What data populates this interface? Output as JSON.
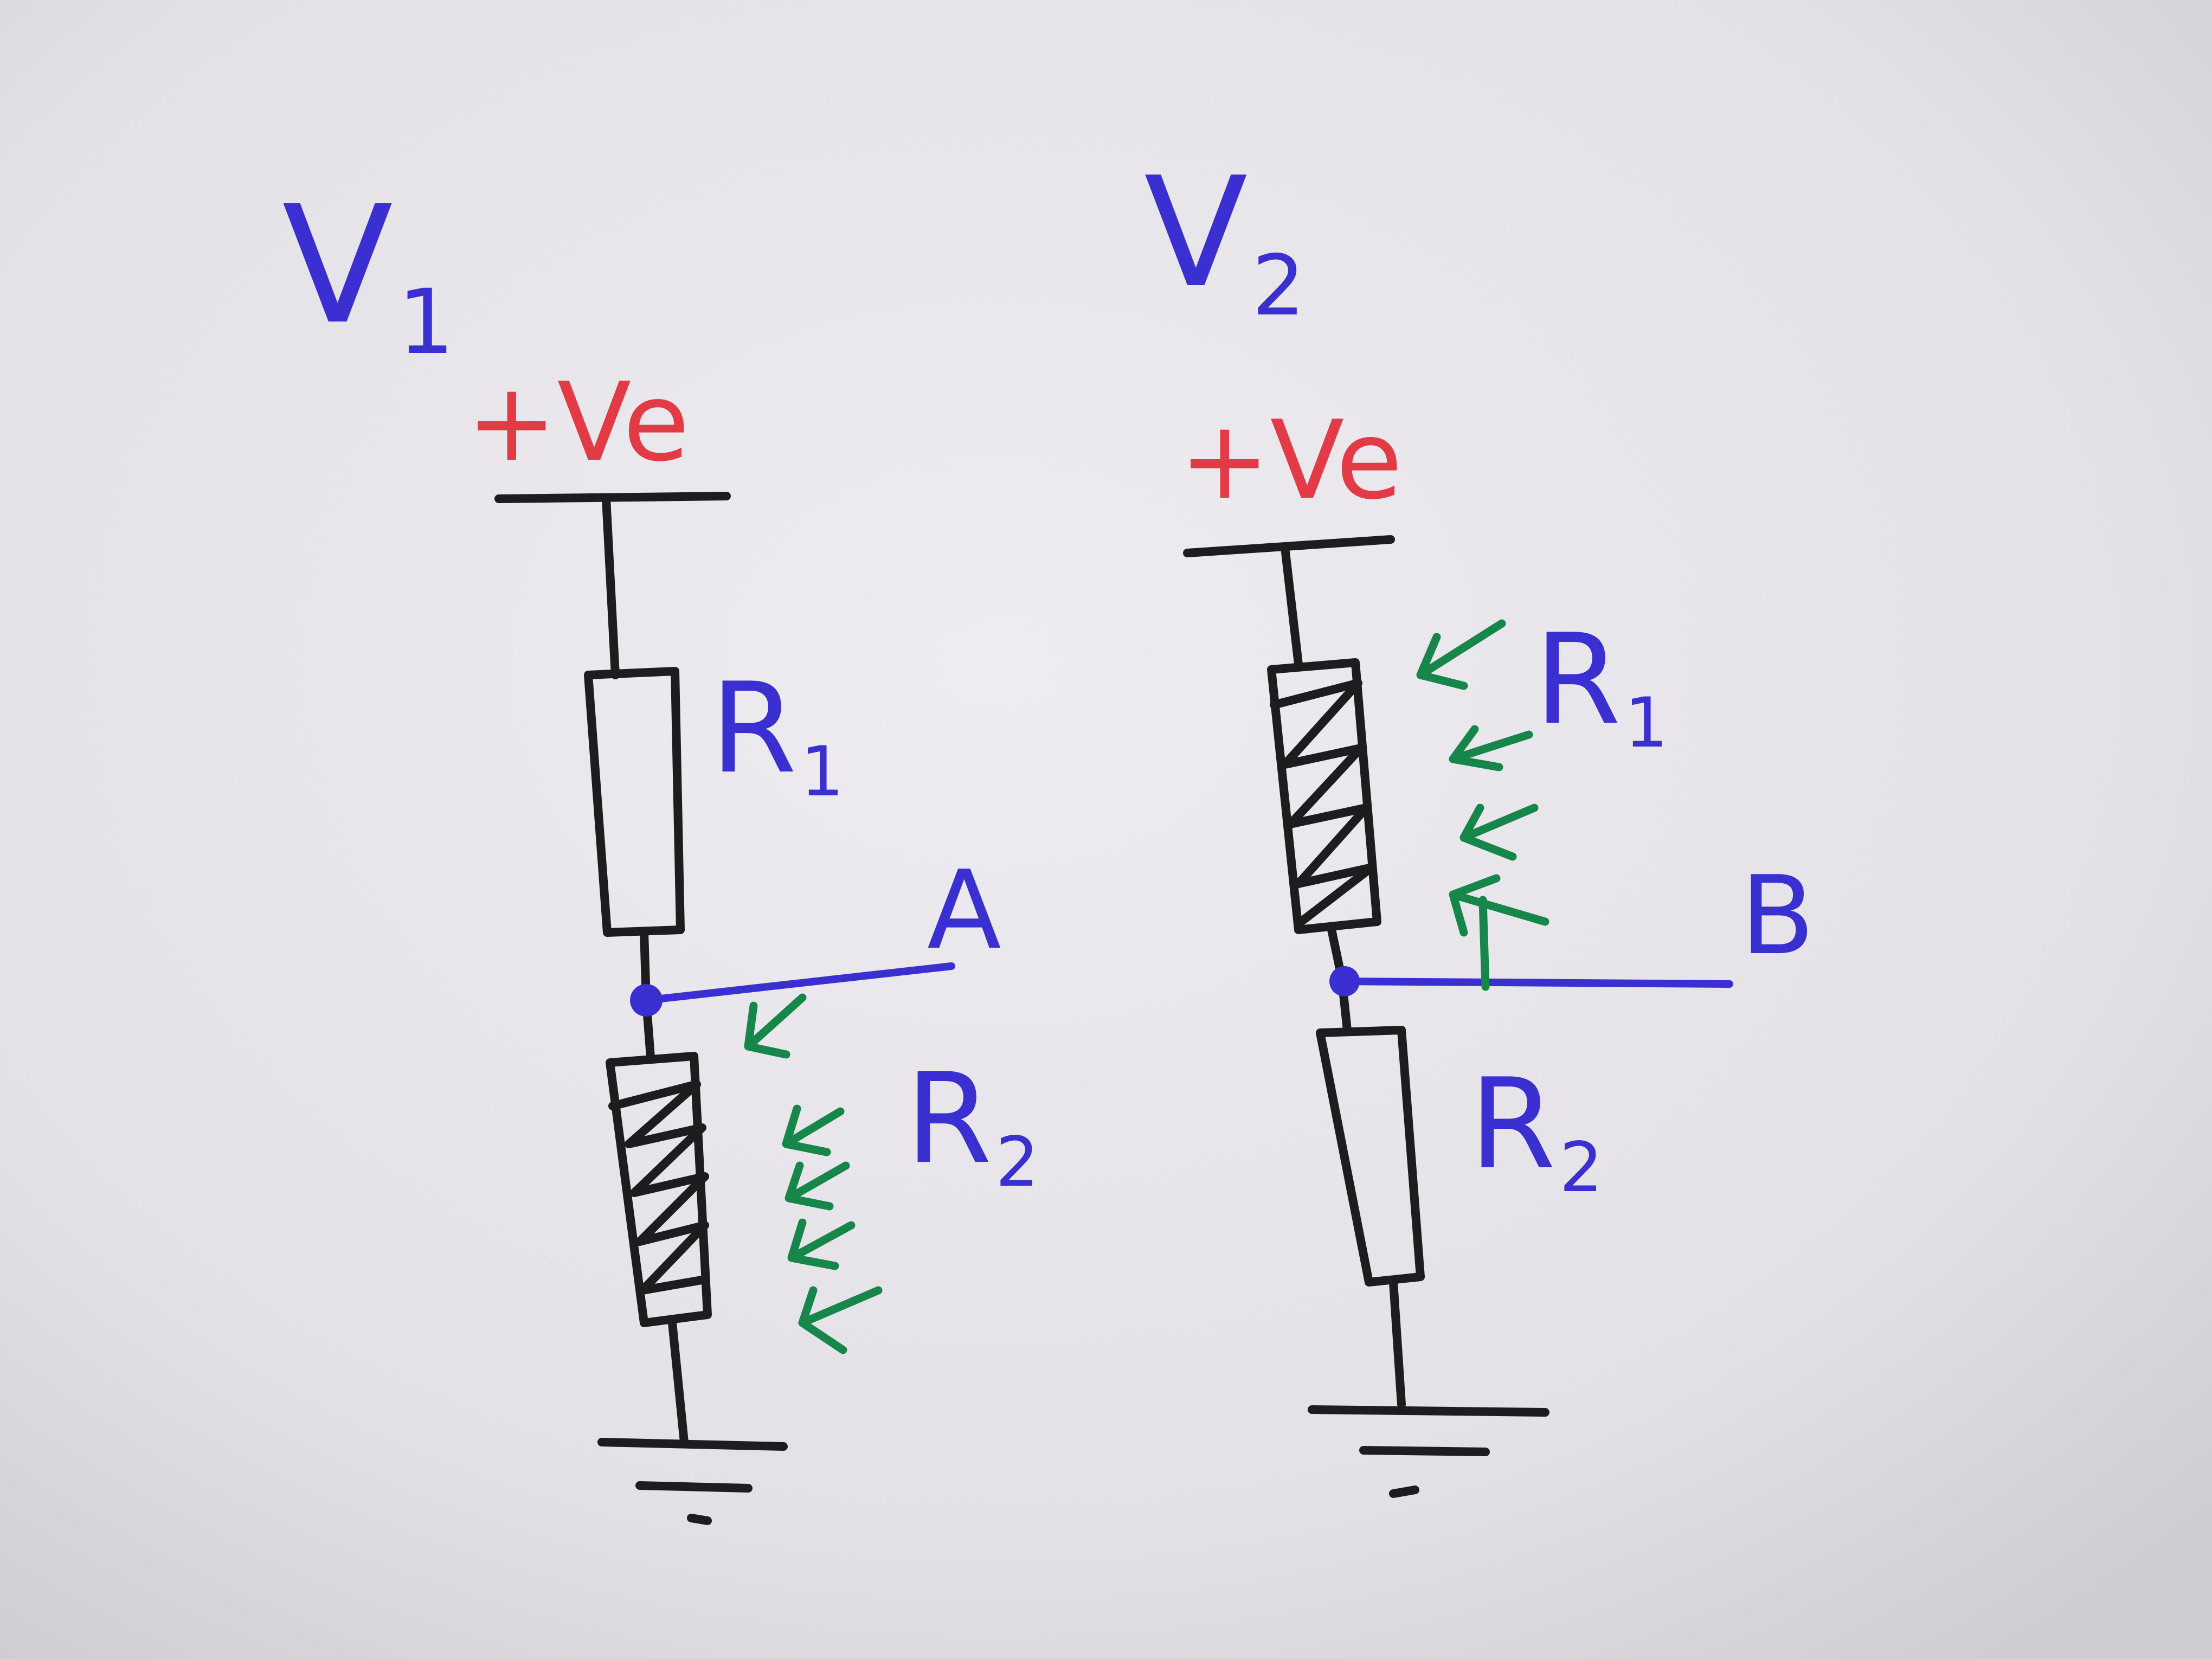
{
  "diagrams": [
    {
      "title": "V",
      "title_sub": "1",
      "supply_label": "+Ve",
      "r_top": {
        "name": "R",
        "sub": "1",
        "type": "fixed"
      },
      "r_bottom": {
        "name": "R",
        "sub": "2",
        "type": "light-dependent"
      },
      "node_label": "A"
    },
    {
      "title": "V",
      "title_sub": "2",
      "supply_label": "+Ve",
      "r_top": {
        "name": "R",
        "sub": "1",
        "type": "light-dependent"
      },
      "r_bottom": {
        "name": "R",
        "sub": "2",
        "type": "fixed"
      },
      "node_label": "B"
    }
  ],
  "colors": {
    "paper": "#e8e6ea",
    "ink_black": "#1d1d1f",
    "ink_blue": "#3a2fd0",
    "ink_red": "#e23b45",
    "ink_green": "#17864a"
  }
}
